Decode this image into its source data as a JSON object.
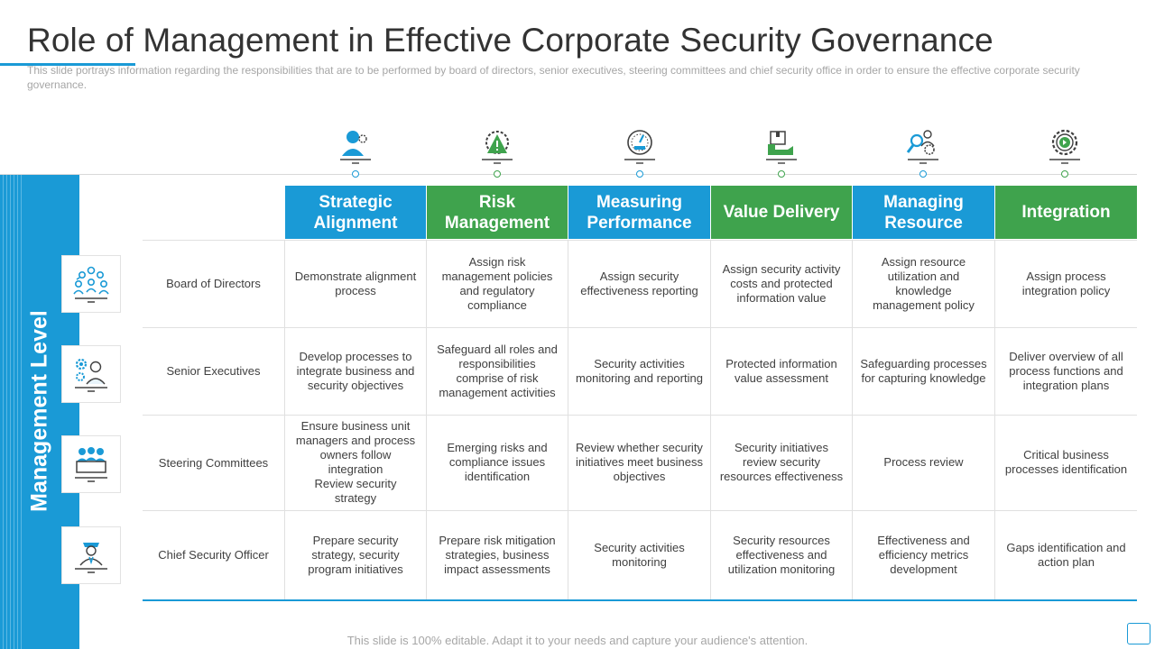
{
  "slide": {
    "title": "Role of Management in Effective Corporate Security Governance",
    "subtitle": "This slide portrays information  regarding the responsibilities that are to be performed  by board of directors, senior executives, steering committees and chief security office  in order to ensure the effective corporate  security governance.",
    "side_label": "Management Level",
    "footer": "This slide is 100% editable. Adapt it to your needs and capture your audience's attention."
  },
  "colors": {
    "blue": "#1a9ad6",
    "green": "#3fa34d",
    "text": "#404040",
    "muted": "#a6a6a6"
  },
  "columns": [
    {
      "label": "Strategic Alignment",
      "color": "blue",
      "icon": "strategist-person-icon"
    },
    {
      "label": "Risk Management",
      "color": "green",
      "icon": "warning-gear-icon"
    },
    {
      "label": "Measuring Performance",
      "color": "blue",
      "icon": "speedometer-icon"
    },
    {
      "label": "Value Delivery",
      "color": "green",
      "icon": "delivery-box-icon"
    },
    {
      "label": "Managing Resource",
      "color": "blue",
      "icon": "resource-search-icon"
    },
    {
      "label": "Integration",
      "color": "green",
      "icon": "integration-gear-icon"
    }
  ],
  "rows": [
    {
      "label": "Board of Directors",
      "icon": "board-group-icon",
      "cells": [
        "Demonstrate alignment process",
        "Assign risk management policies and regulatory compliance",
        "Assign security effectiveness  reporting",
        "Assign security activity costs and protected information value",
        "Assign resource utilization and knowledge management  policy",
        "Assign process integration policy"
      ]
    },
    {
      "label": "Senior Executives",
      "icon": "executive-gear-icon",
      "cells": [
        "Develop processes to integrate business and security  objectives",
        "Safeguard  all roles and responsibilities comprise of risk management  activities",
        "Security activities monitoring and reporting",
        "Protected information value  assessment",
        "Safeguarding processes for capturing knowledge",
        "Deliver overview  of all process functions and integration plans"
      ]
    },
    {
      "label": "Steering Committees",
      "icon": "committee-desk-icon",
      "cells": [
        "Ensure business unit managers and process owners follow integration\nReview  security strategy",
        "Emerging risks and compliance issues identification",
        "Review  whether security initiatives  meet business objectives",
        "Security initiatives review  security resources effectiveness",
        "Process review",
        "Critical business processes identification"
      ]
    },
    {
      "label": "Chief Security Officer",
      "icon": "security-officer-icon",
      "cells": [
        "Prepare  security strategy, security program initiatives",
        "Prepare  risk mitigation strategies, business impact assessments",
        "Security activities monitoring",
        "Security resources effectiveness  and utilization monitoring",
        "Effectiveness  and efficiency metrics development",
        "Gaps identification  and action plan"
      ]
    }
  ]
}
